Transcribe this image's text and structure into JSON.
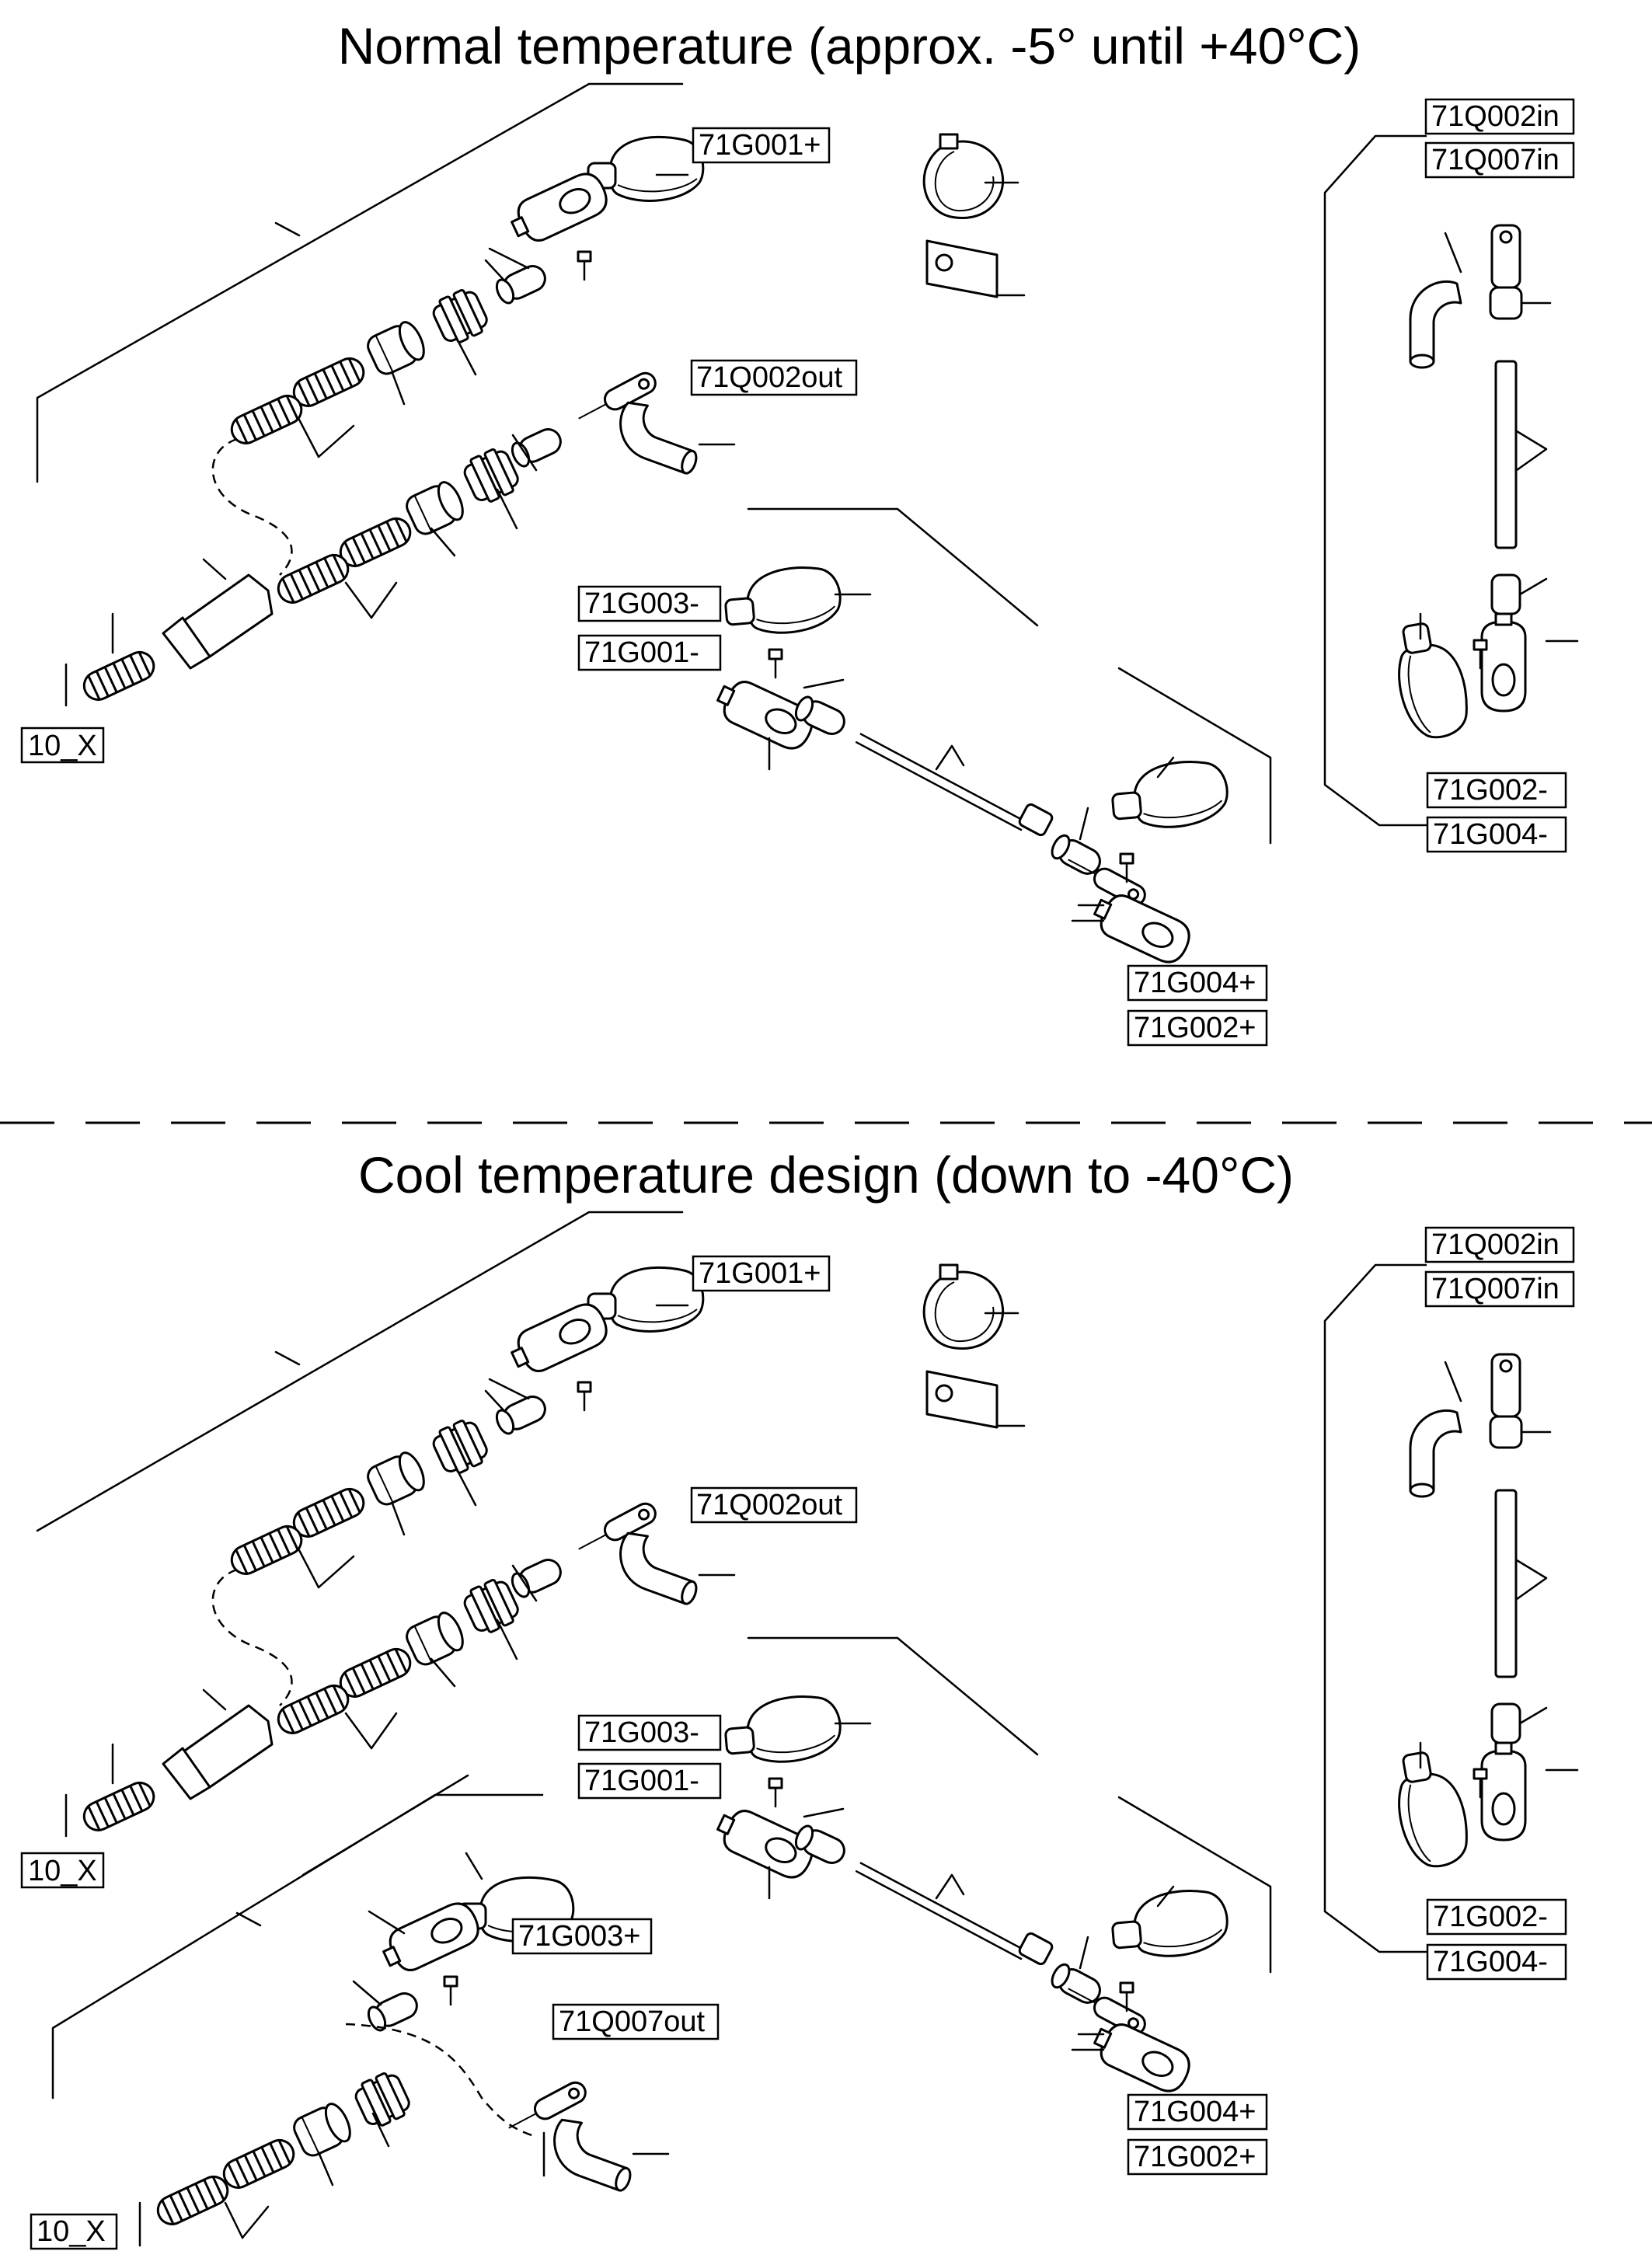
{
  "sections": {
    "normal": {
      "title": "Normal temperature (approx. -5° until +40°C)",
      "labels": {
        "g001p": "71G001+",
        "q002out": "71Q002out",
        "q002in": "71Q002in",
        "q007in": "71Q007in",
        "g003m": "71G003-",
        "g001m": "71G001-",
        "tenx": "10_X",
        "g002m": "71G002-",
        "g004m": "71G004-",
        "g004p": "71G004+",
        "g002p": "71G002+"
      }
    },
    "cool": {
      "title": "Cool temperature design (down to -40°C)",
      "labels": {
        "g001p": "71G001+",
        "q002out": "71Q002out",
        "q002in": "71Q002in",
        "q007in": "71Q007in",
        "g003m": "71G003-",
        "g001m": "71G001-",
        "tenx": "10_X",
        "g002m": "71G002-",
        "g004m": "71G004-",
        "g004p": "71G004+",
        "g002p": "71G002+",
        "g003p": "71G003+",
        "q007out": "71Q007out",
        "tenx2": "10_X"
      }
    }
  }
}
